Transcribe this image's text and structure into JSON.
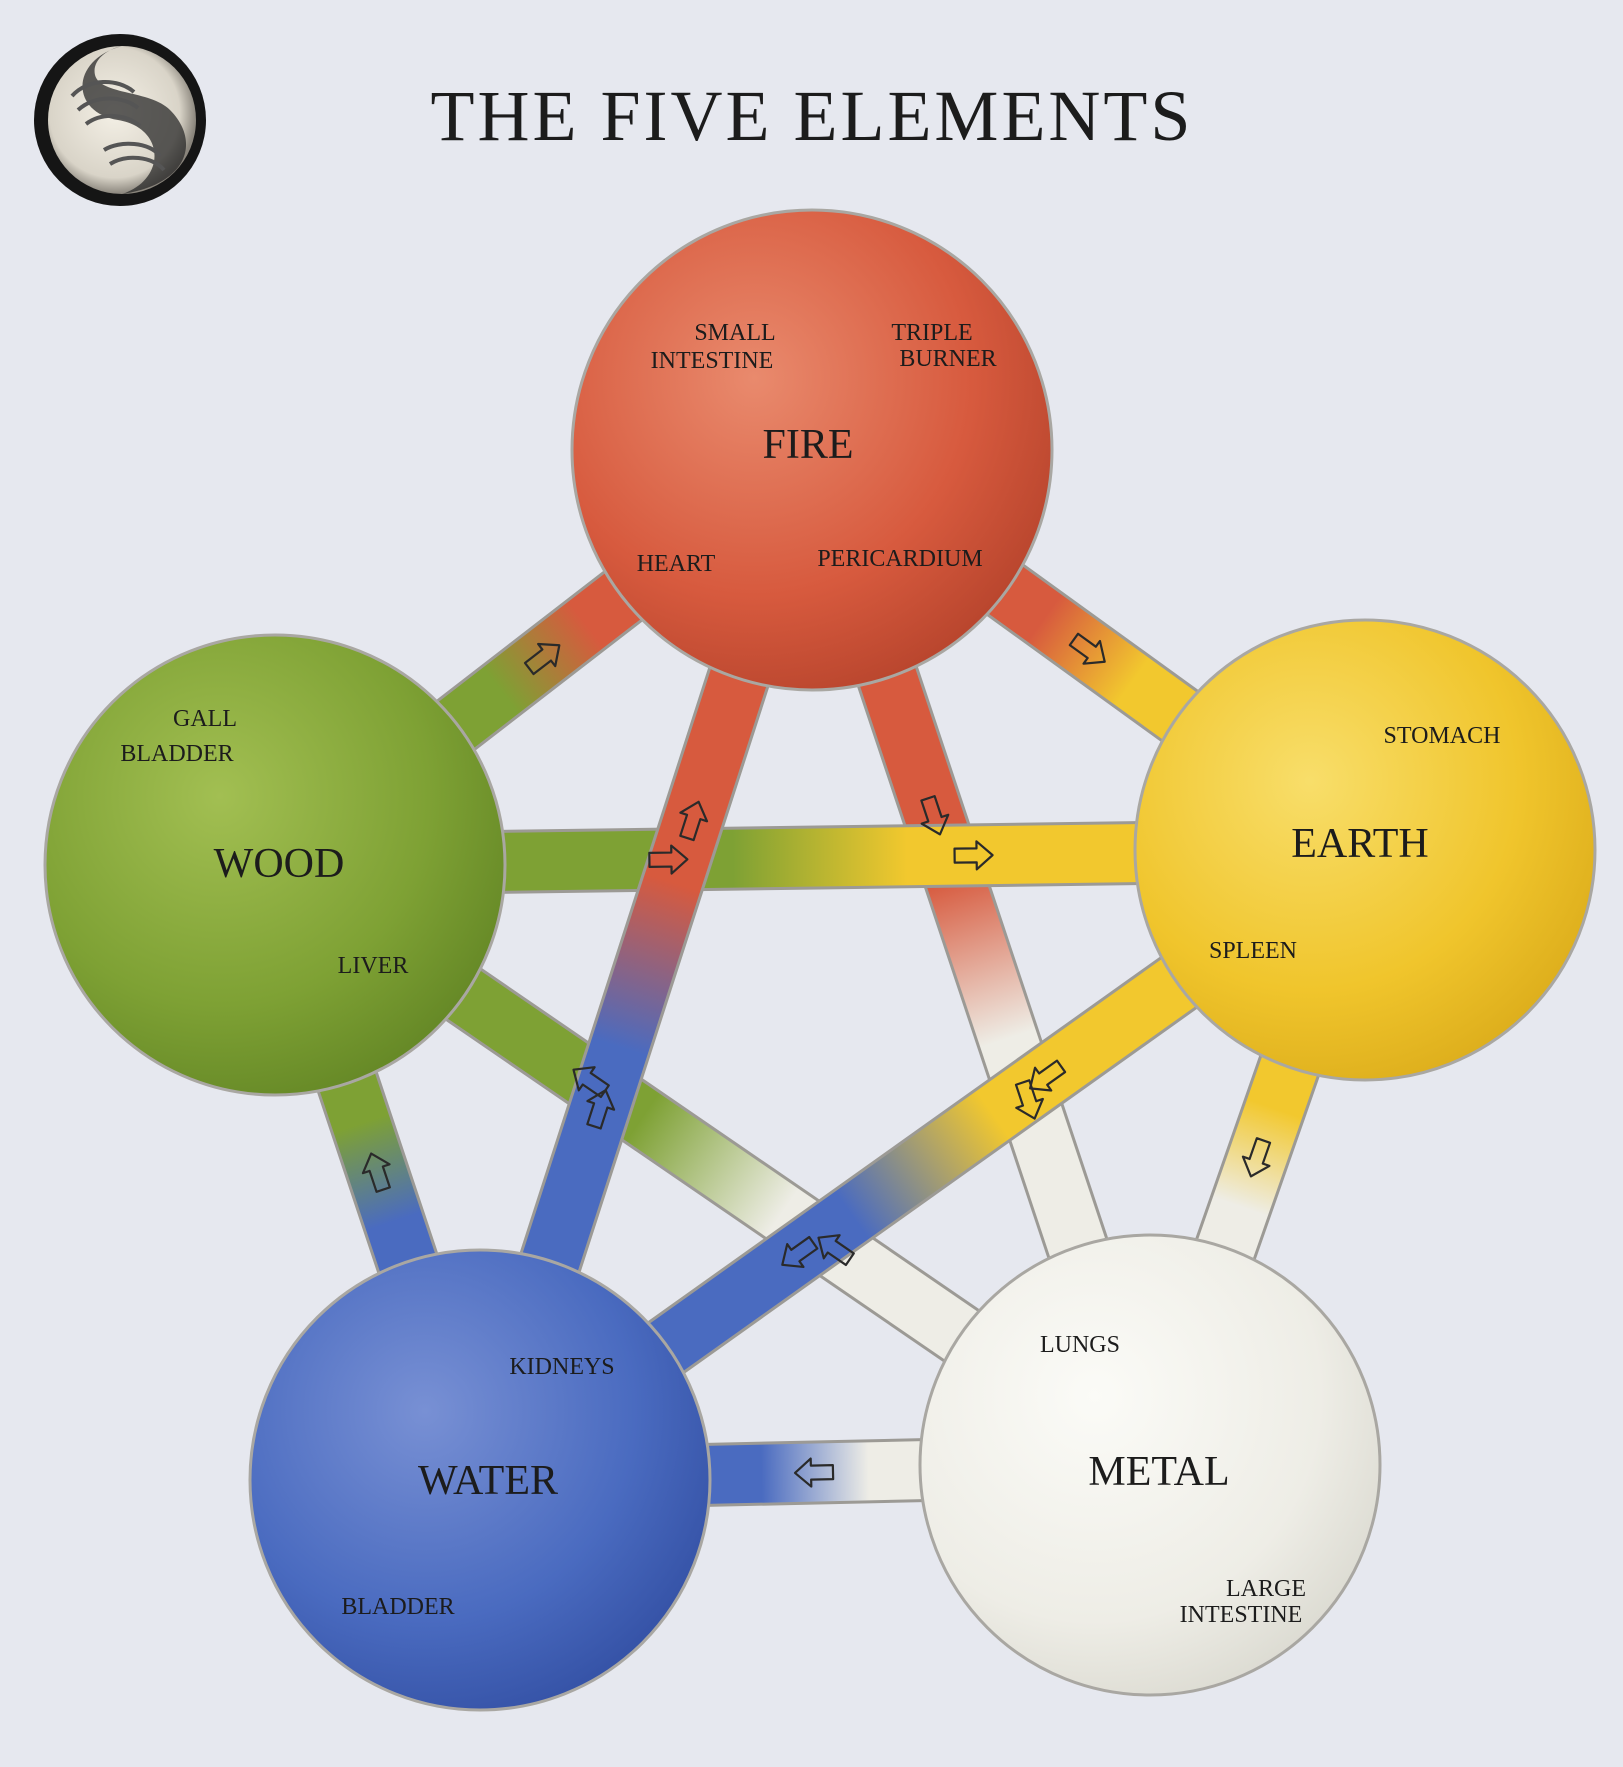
{
  "title": "THE FIVE ELEMENTS",
  "logo": {
    "icon": "hands-yin-yang-emblem"
  },
  "colors": {
    "background": "#e6e8ef",
    "fire": "#d75a3e",
    "earth": "#f2c82e",
    "metal": "#eeede6",
    "water": "#4a6bc0",
    "wood": "#7ea134"
  },
  "elements": {
    "fire": {
      "name": "FIRE",
      "organs": {
        "small_intestine": [
          "SMALL",
          "INTESTINE"
        ],
        "triple_burner": [
          "TRIPLE",
          "BURNER"
        ],
        "heart": "HEART",
        "pericardium": "PERICARDIUM"
      }
    },
    "earth": {
      "name": "EARTH",
      "organs": {
        "stomach": "STOMACH",
        "spleen": "SPLEEN"
      }
    },
    "metal": {
      "name": "METAL",
      "organs": {
        "lungs": "LUNGS",
        "large_intestine": [
          "LARGE",
          "INTESTINE"
        ]
      }
    },
    "water": {
      "name": "WATER",
      "organs": {
        "kidneys": "KIDNEYS",
        "bladder": "BLADDER"
      }
    },
    "wood": {
      "name": "WOOD",
      "organs": {
        "gall_bladder": [
          "GALL",
          "BLADDER"
        ],
        "liver": "LIVER"
      }
    }
  },
  "generating_cycle": [
    "fire",
    "earth",
    "metal",
    "water",
    "wood"
  ],
  "controlling_cycle": [
    "fire->metal",
    "metal->wood",
    "wood->earth",
    "earth->water",
    "water->fire"
  ]
}
